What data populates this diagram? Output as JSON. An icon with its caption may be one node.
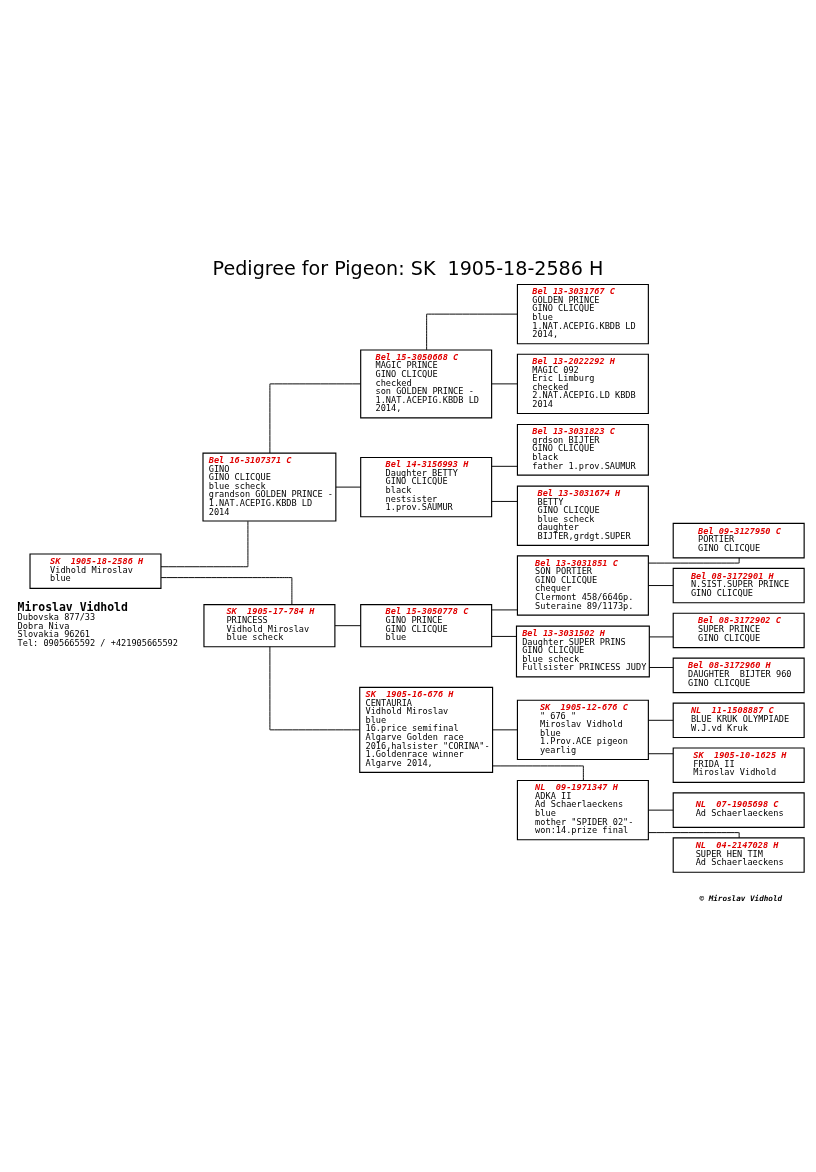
{
  "diagram": {
    "title": "Pedigree for Pigeon: SK  1905-18-2586 H",
    "nodes": [
      {
        "text": [
          "SK  1905-18-2586 H",
          "Vidhold Miroslav",
          "blue"
        ]
      },
      {
        "text": [
          "Bel 16-3107371 C",
          "GINO",
          "GINO CLICQUE",
          "blue scheck",
          "grandson GOLDEN PRINCE - 1.NAT.ACEPIG.KBDB LD 2014"
        ]
      },
      {
        "text": [
          "SK  1905-17-784 H",
          "PRINCESS",
          "Vidhold Miroslav",
          "blue scheck"
        ]
      },
      {
        "text": [
          "Bel 15-3050668 C",
          "MAGIC PRINCE",
          "GINO CLICQUE",
          "checked",
          "son GOLDEN PRINCE - 1.NAT.ACEPIG.KBDB LD 2014,"
        ]
      },
      {
        "text": [
          "Bel 14-3156993 H",
          "Daughter BETTY",
          "GINO CLICQUE",
          "black",
          "nestsister",
          "1.prov.SAUMUR"
        ]
      },
      {
        "text": [
          "Bel 15-3050778 C",
          "GINO PRINCE",
          "GINO CLICQUE",
          "blue"
        ]
      },
      {
        "text": [
          "SK  1905-16-676 H",
          "CENTAURIA",
          "Vidhold Miroslav",
          "blue",
          "16.price semifinal Algarve Golden race 2016,halsister \"CORINA\"- 1.Goldenrace winner Algarve 2014,"
        ]
      },
      {
        "text": [
          "Bel 13-3031767 C",
          "GOLDEN PRINCE",
          "GINO CLICQUE",
          "blue",
          "1.NAT.ACEPIG.KBDB LD 2014,"
        ]
      },
      {
        "text": [
          "Bel 13-2022292 H",
          "MAGIC 092",
          "Eric Limburg",
          "checked",
          "2.NAT.ACEPIG.LD KBDB 2014"
        ]
      },
      {
        "text": [
          "Bel 13-3031823 C",
          "grdson BIJTER",
          "GINO CLICQUE",
          "black",
          "father 1.prov.SAUMUR"
        ]
      },
      {
        "text": [
          "Bel 13-3031674 H",
          "BETTY",
          "GINO CLICQUE",
          "blue scheck",
          "daughter BIJTER,grdgt.SUPER"
        ]
      },
      {
        "text": [
          "Bel 13-3031851 C",
          "SON PORTIER",
          "GINO CLICQUE",
          "chequer",
          "Clermont 458/6646p.",
          "Suteraine 89/1173p."
        ]
      },
      {
        "text": [
          "Bel 13-3031502 H",
          "Daughter SUPER PRINS",
          "GINO CLICQUE",
          "blue scheck",
          "Fullsister PRINCESS JUDY"
        ]
      },
      {
        "text": [
          "SK  1905-12-676 C",
          "\" 676 \"",
          "Miroslav Vidhold",
          "blue",
          "1.Prov.ACE pigeon yearlig"
        ]
      },
      {
        "text": [
          "NL  09-1971347 H",
          "ADKA II",
          "Ad Schaerlaeckens",
          "blue",
          "mother \"SPIDER 02\"- won:14.prize final"
        ]
      },
      {
        "text": [
          "Bel 09-3127950 C",
          "PORTIER",
          "GINO CLICQUE"
        ]
      },
      {
        "text": [
          "Bel 08-3172901 H",
          "N.SIST.SUPER PRINCE",
          "GINO CLICQUE"
        ]
      },
      {
        "text": [
          "Bel 08-3172902 C",
          "SUPER PRINCE",
          "GINO CLICQUE"
        ]
      },
      {
        "text": [
          "Bel 08-3172960 H",
          "DAUGHTER  BIJTER 960",
          "GINO CLICQUE"
        ]
      },
      {
        "text": [
          "NL  11-1508887 C",
          "BLUE KRUK OLYMPIADE",
          "W.J.vd Kruk"
        ]
      },
      {
        "text": [
          "SK  1905-10-1625 H",
          "FRIDA II",
          "Miroslav Vidhold"
        ]
      },
      {
        "text": [
          "NL  07-1905698 C",
          "Ad Schaerlaeckens"
        ]
      },
      {
        "text": [
          "NL  04-2147028 H",
          "SUPER HEN TIM",
          "Ad Schaerlaeckens"
        ]
      }
    ],
    "edges": [
      {
        "from": 0,
        "to": 1,
        "arrow": "none"
      },
      {
        "from": 0,
        "to": 2,
        "arrow": "none"
      },
      {
        "from": 1,
        "to": 3,
        "arrow": "none"
      },
      {
        "from": 1,
        "to": 4,
        "arrow": "none"
      },
      {
        "from": 2,
        "to": 5,
        "arrow": "none"
      },
      {
        "from": 2,
        "to": 6,
        "arrow": "none"
      },
      {
        "from": 3,
        "to": 7,
        "arrow": "none"
      },
      {
        "from": 3,
        "to": 8,
        "arrow": "none"
      },
      {
        "from": 4,
        "to": 9,
        "arrow": "none"
      },
      {
        "from": 4,
        "to": 10,
        "arrow": "none"
      },
      {
        "from": 5,
        "to": 11,
        "arrow": "none"
      },
      {
        "from": 5,
        "to": 12,
        "arrow": "none"
      },
      {
        "from": 6,
        "to": 13,
        "arrow": "none"
      },
      {
        "from": 6,
        "to": 14,
        "arrow": "none"
      },
      {
        "from": 11,
        "to": 15,
        "arrow": "none"
      },
      {
        "from": 11,
        "to": 16,
        "arrow": "none"
      },
      {
        "from": 12,
        "to": 17,
        "arrow": "none"
      },
      {
        "from": 12,
        "to": 18,
        "arrow": "none"
      },
      {
        "from": 13,
        "to": 19,
        "arrow": "none"
      },
      {
        "from": 13,
        "to": 20,
        "arrow": "none"
      },
      {
        "from": 14,
        "to": 21,
        "arrow": "none"
      },
      {
        "from": 14,
        "to": 22,
        "arrow": "none"
      }
    ],
    "labels": [
      "Miroslav Vidhold",
      "Dubovska 877/33",
      "Dobra Niva",
      "Slovakia 96261",
      "Tel: 0905665592 / +421905665592",
      "© Miroslav Vidhold"
    ]
  }
}
